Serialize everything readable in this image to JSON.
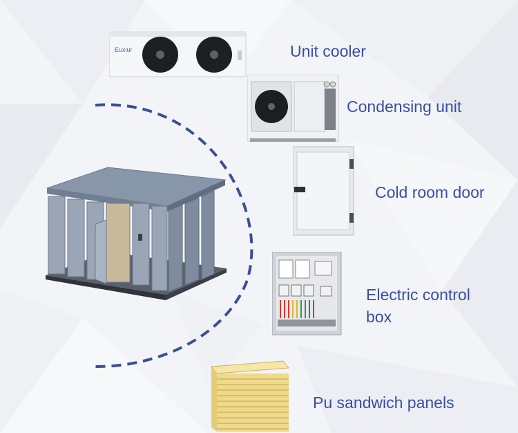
{
  "components": {
    "unit_cooler": {
      "label": "Unit cooler",
      "brand": "Euxiur"
    },
    "condensing_unit": {
      "label": "Condensing unit"
    },
    "cold_room_door": {
      "label": "Cold room door"
    },
    "electric_control_box": {
      "label_line1": "Electric control",
      "label_line2": "box"
    },
    "pu_sandwich_panels": {
      "label": "Pu sandwich panels"
    }
  },
  "colors": {
    "label_text": "#3a4ea4",
    "dashed_arc": "#3b4f97",
    "panel_yellow": "#f1dc8e"
  }
}
